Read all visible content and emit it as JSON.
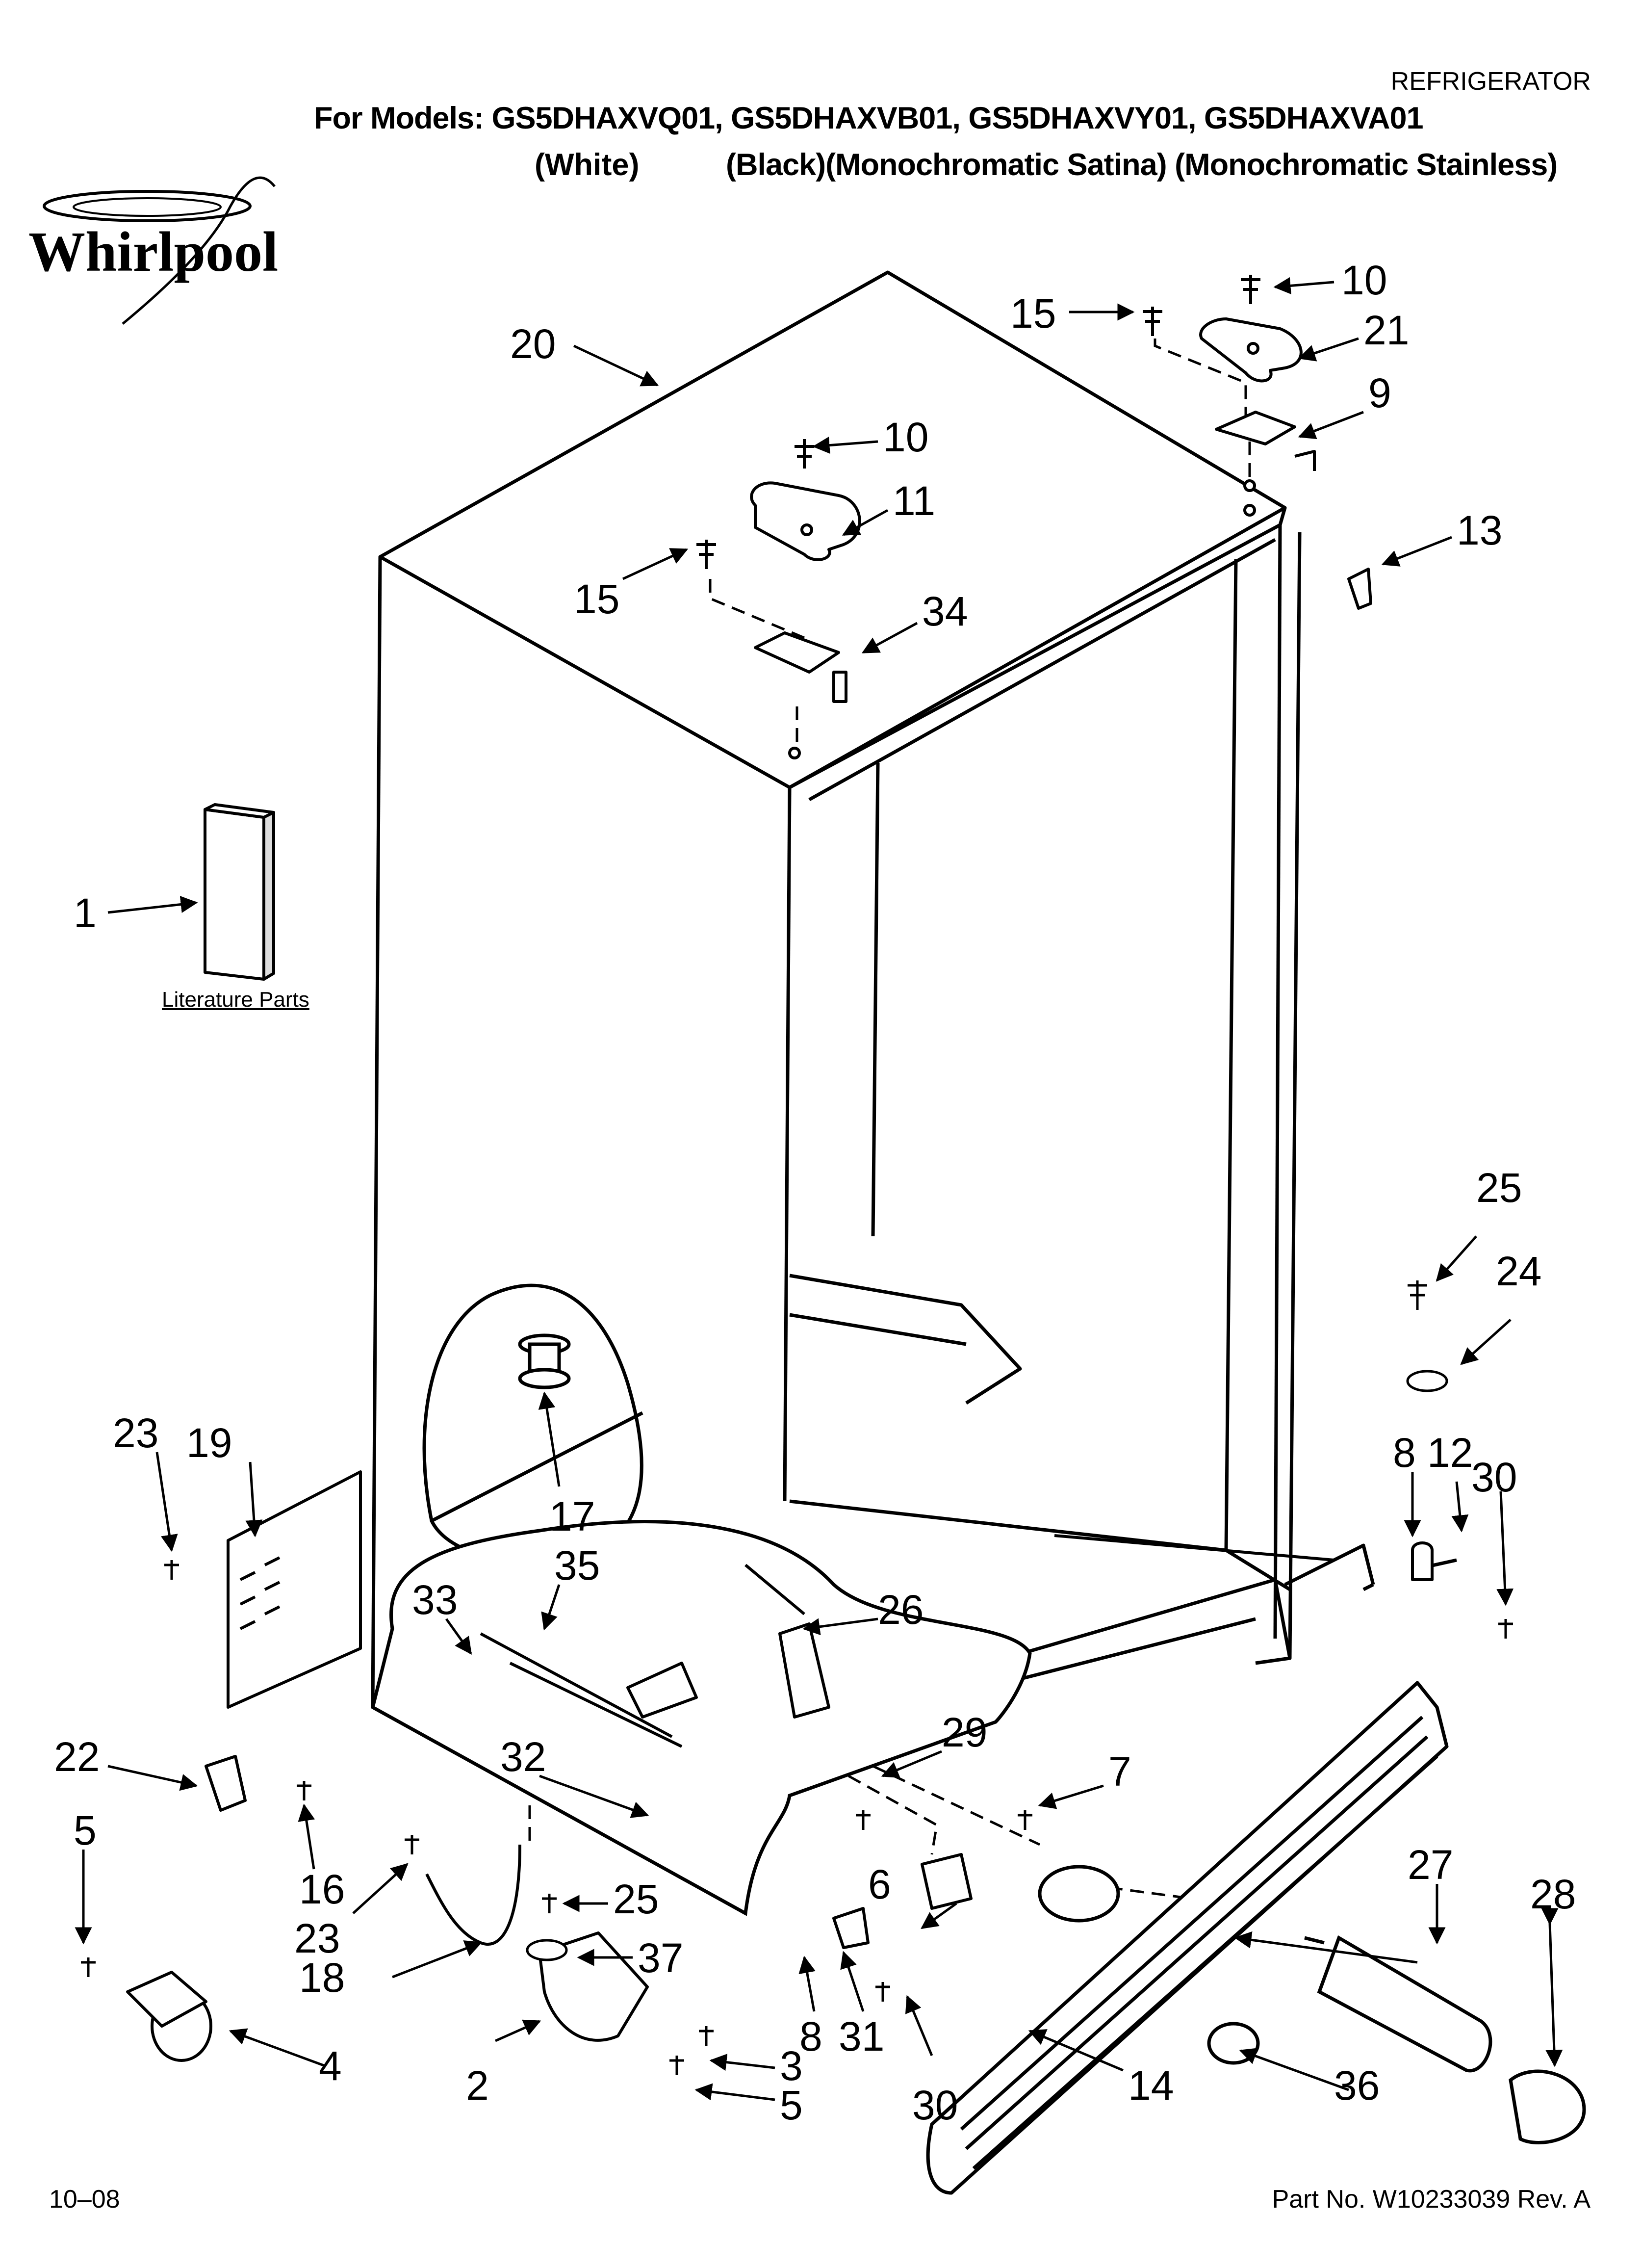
{
  "header": {
    "category": "REFRIGERATOR",
    "models": "For Models: GS5DHAXVQ01, GS5DHAXVB01, GS5DHAXVY01, GS5DHAXVA01",
    "color_white": "(White)",
    "colors_rest": "(Black)(Monochromatic Satina) (Monochromatic Stainless)"
  },
  "brand": {
    "logo_text": "Whirlpool"
  },
  "literature_label": "Literature Parts",
  "callouts": [
    "1",
    "2",
    "3",
    "4",
    "5",
    "5",
    "6",
    "7",
    "8",
    "8",
    "9",
    "10",
    "10",
    "11",
    "12",
    "13",
    "14",
    "15",
    "15",
    "16",
    "17",
    "18",
    "19",
    "20",
    "21",
    "22",
    "23",
    "23",
    "24",
    "25",
    "25",
    "26",
    "27",
    "28",
    "29",
    "30",
    "30",
    "31",
    "32",
    "33",
    "34",
    "35",
    "36",
    "37"
  ],
  "footer": {
    "date_code": "10–08",
    "part_number": "Part No. W10233039 Rev. A"
  }
}
